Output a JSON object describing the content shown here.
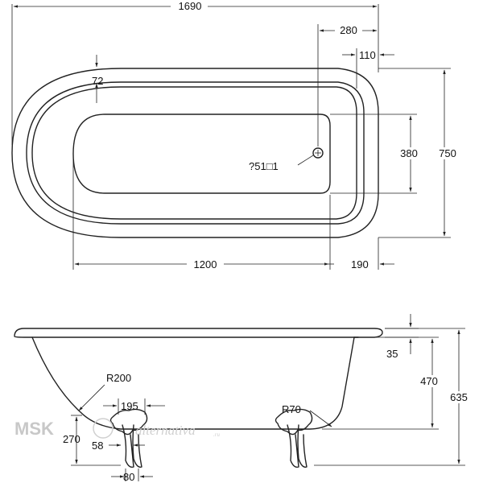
{
  "top_view": {
    "overall_length": "1690",
    "overhang_width": "280",
    "drain_offset": "110",
    "rim_width": "72",
    "inner_width": "380",
    "overall_width": "750",
    "drain_label": "?51□1",
    "inner_length": "1200",
    "end_rim": "190"
  },
  "side_view": {
    "rim_thickness": "35",
    "depth": "470",
    "total_height": "635",
    "radius_bottom": "R200",
    "foot_spacing": "195",
    "foot_height": "270",
    "foot_offset": "58",
    "foot_width": "80",
    "radius_side": "R70"
  },
  "watermark": {
    "brand": "MSK",
    "site": "alternativa",
    "domain": ".ru"
  },
  "colors": {
    "line": "#222222",
    "watermark": "#c8c8c8"
  }
}
